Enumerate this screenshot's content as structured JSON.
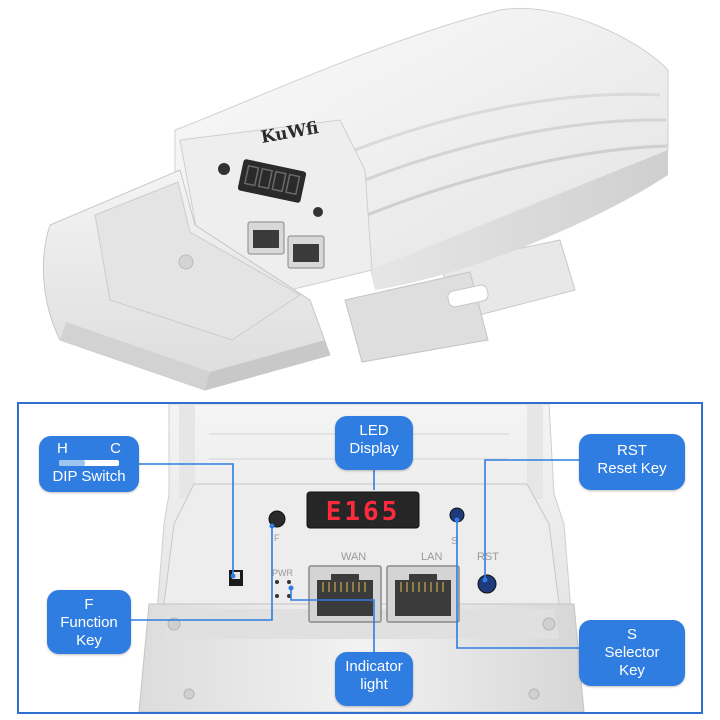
{
  "brand_logo": "KuWfi",
  "panel_labels": {
    "wan": "WAN",
    "lan": "LAN",
    "rst": "RST",
    "s": "S",
    "pwr": "PWR",
    "f": "F"
  },
  "led_display_value": "E165",
  "callouts": {
    "dip": {
      "left": "H",
      "right": "C",
      "label": "DIP Switch"
    },
    "led": {
      "line1": "LED",
      "line2": "Display"
    },
    "rst": {
      "line1": "RST",
      "line2": "Reset Key"
    },
    "f": {
      "line1": "F",
      "line2": "Function",
      "line3": "Key"
    },
    "s": {
      "line1": "S",
      "line2": "Selector",
      "line3": "Key"
    },
    "indicator": {
      "line1": "Indicator",
      "line2": "light"
    }
  },
  "colors": {
    "callout_blue": "#2f7de0",
    "frame_blue": "#2f6fd0",
    "led_red": "#ff2b3d",
    "device_white": "#f2f2f2"
  }
}
